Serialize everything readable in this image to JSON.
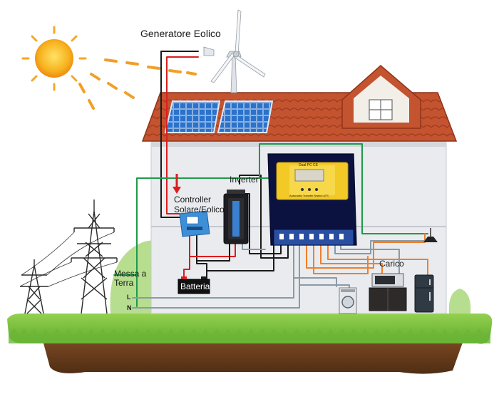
{
  "labels": {
    "wind_generator": "Generatore Eolico",
    "controller_line1": "Controller",
    "controller_line2": "Solare/Eolico",
    "inverter": "Inverter",
    "ground_line1": "Messa a",
    "ground_line2": "Terra",
    "line_L": "L",
    "line_N": "N",
    "battery": "Batteria",
    "load": "Carico",
    "ats_model": "Dual PC CE",
    "ats_name": "Automatic Transfer Switch ATS"
  },
  "colors": {
    "wire_black": "#1a1a1a",
    "wire_red": "#d81e1e",
    "wire_green": "#1e9a4a",
    "wire_gray": "#8a9aa6",
    "wire_orange": "#f07f2a",
    "roof": "#c0502f",
    "wall": "#e8eaed",
    "grass": "#7cc242",
    "soil": "#6b3f1e",
    "ats_body": "#0b1240",
    "ats_panel": "#f3c928",
    "solar_panel": "#1f5fb4",
    "sun": "#f6a21c"
  },
  "icons": [
    "sun-icon",
    "wind-turbine-icon",
    "solar-panel-icon",
    "transmission-tower-icon",
    "washing-machine-icon",
    "microwave-icon",
    "refrigerator-icon",
    "ceiling-lamp-icon",
    "battery-icon",
    "ats-switch-icon",
    "inverter-icon",
    "charge-controller-icon"
  ]
}
